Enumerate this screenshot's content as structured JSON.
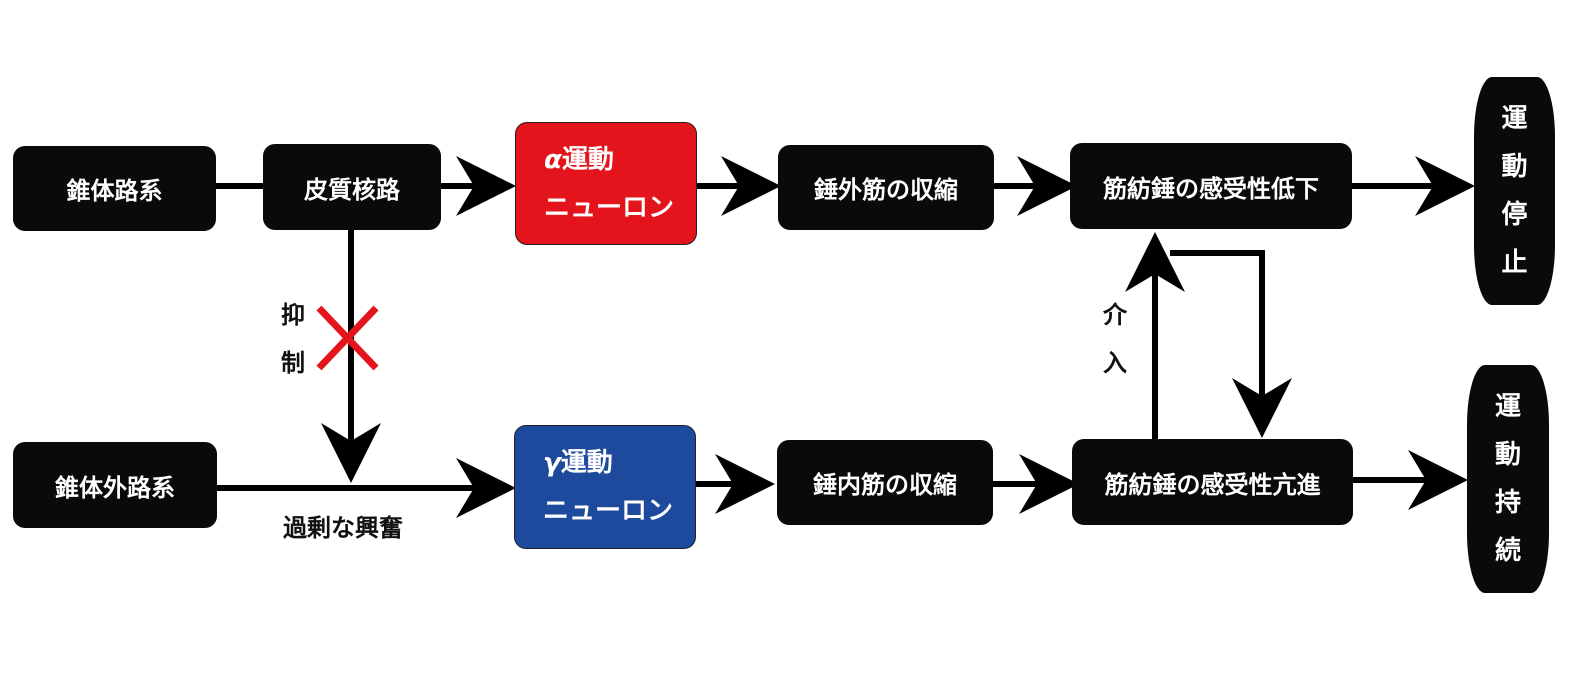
{
  "nodes": {
    "pyramidal": "錐体路系",
    "corticospinal": "皮質核路",
    "alpha_line1_symbol": "α",
    "alpha_line1_text": "運動",
    "alpha_line2": "ニューロン",
    "extrafusal": "錘外筋の収縮",
    "spindle_low": "筋紡錘の感受性低下",
    "extrapyramidal": "錐体外路系",
    "gamma_line1_symbol": "γ",
    "gamma_line1_text": "運動",
    "gamma_line2": "ニューロン",
    "intrafusal": "錘内筋の収縮",
    "spindle_high": "筋紡錘の感受性亢進",
    "stop": [
      "運",
      "動",
      "停",
      "止"
    ],
    "continue": [
      "運",
      "動",
      "持",
      "続"
    ]
  },
  "labels": {
    "suppress": [
      "抑",
      "制"
    ],
    "excess": "過剰な興奮",
    "intervene": [
      "介",
      "入"
    ]
  },
  "colors": {
    "alpha": "#e3141b",
    "gamma": "#1e4a9e",
    "box": "#0a0a0a",
    "cross": "#e3141b",
    "arrow": "#000000"
  }
}
